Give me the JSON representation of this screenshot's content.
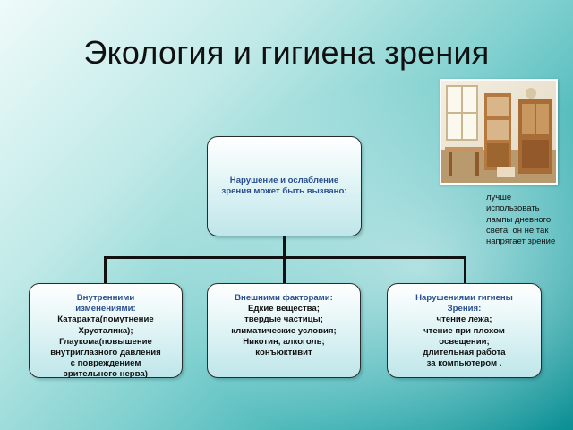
{
  "slide": {
    "title": "Экология и гигиена зрения"
  },
  "note": {
    "text": "лучше использовать лампы дневного света, он не так напрягает зрение"
  },
  "diagram": {
    "root": {
      "lines": [
        "Нарушение и ослабление",
        "зрения может быть вызвано:"
      ]
    },
    "internal": {
      "heading": [
        "Внутренними",
        "изменениями:"
      ],
      "items": [
        "Катаракта(помутнение",
        "Хрусталика);",
        "Глаукома(повышение",
        "внутриглазного давления",
        "с повреждением",
        "зрительного нерва)"
      ]
    },
    "external": {
      "heading": [
        "Внешними факторами:"
      ],
      "items": [
        "Едкие вещества;",
        "твердые частицы;",
        "климатические условия;",
        "Никотин, алкоголь;",
        "конъюктивит"
      ]
    },
    "hygiene": {
      "heading": [
        "Нарушениями гигиены",
        "Зрения:"
      ],
      "items": [
        "чтение лежа;",
        "чтение при плохом",
        "освещении;",
        "длительная работа",
        "за компьютером ."
      ]
    }
  },
  "colors": {
    "heading_text": "#2a4f8f",
    "background_dark": "#0c8f94",
    "background_light": "#eefbfa"
  }
}
